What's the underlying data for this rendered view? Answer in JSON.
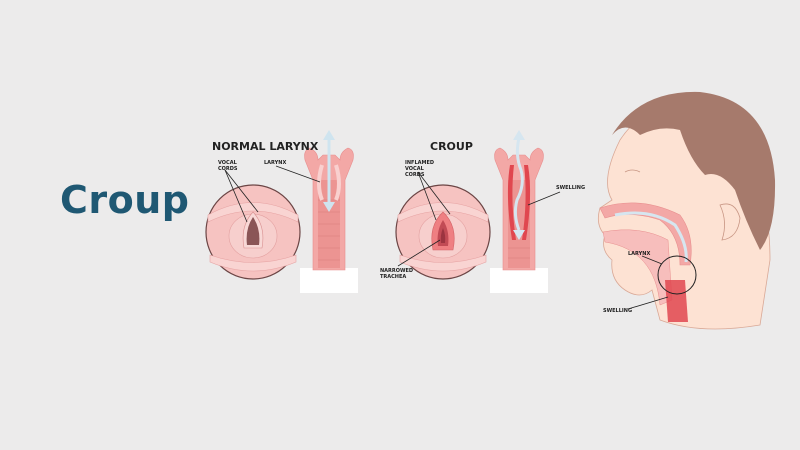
{
  "title": "Croup",
  "panels": {
    "normal": {
      "heading": "NORMAL LARYNX",
      "labels": {
        "vocal_cords": "VOCAL CORDS",
        "larynx": "LARYNX"
      }
    },
    "croup": {
      "heading": "CROUP",
      "labels": {
        "inflamed": "INFLAMED VOCAL CORDS",
        "narrowed": "NARROWED TRACHEA",
        "swelling": "SWELLING"
      }
    },
    "child": {
      "labels": {
        "larynx": "LARYNX",
        "swelling": "SWELLING"
      }
    }
  },
  "colors": {
    "background": "#ecebeb",
    "title": "#1f5873",
    "tissue": "#f4b3b3",
    "tissue_dark": "#e98d8d",
    "inflamed": "#e0474f",
    "airway": "#d6e6f0",
    "skin": "#fde2d3",
    "hair": "#a67a6c"
  }
}
